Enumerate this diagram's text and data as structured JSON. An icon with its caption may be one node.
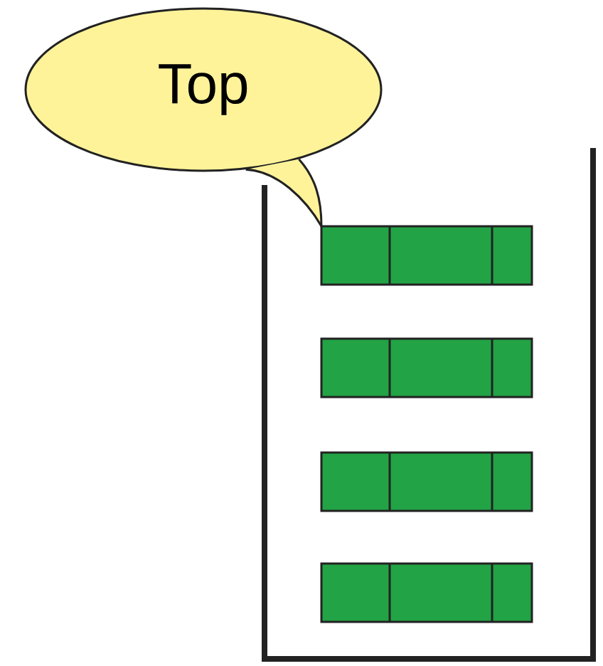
{
  "diagram": {
    "nodes": [
      {
        "text": [
          "Top"
        ]
      },
      {
        "text": [],
        "shape": "box"
      },
      {
        "text": [],
        "shape": "bar",
        "in": 1
      },
      {
        "text": [],
        "shape": "bar",
        "in": 1
      },
      {
        "text": [],
        "shape": "bar",
        "in": 1
      },
      {
        "text": [],
        "shape": "bar",
        "in": 1
      }
    ]
  }
}
